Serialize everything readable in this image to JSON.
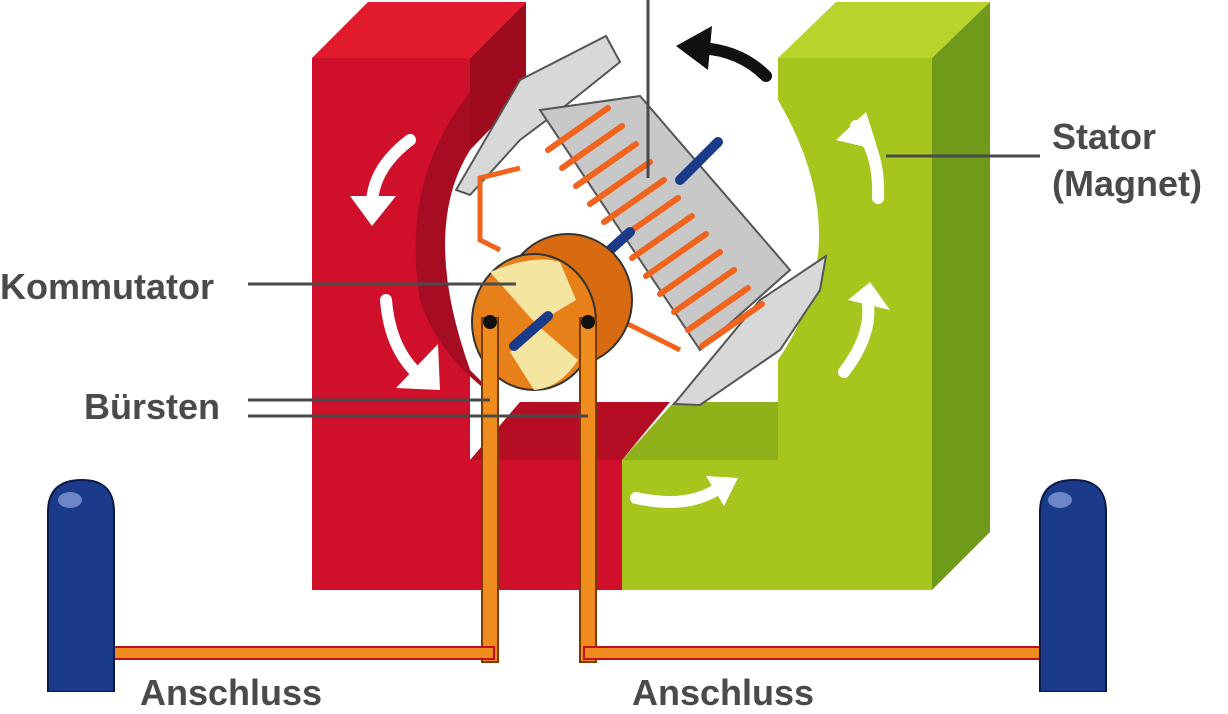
{
  "labels": {
    "stator_line1": "Stator",
    "stator_line2": "(Magnet)",
    "kommutator": "Kommutator",
    "buersten": "Bürsten",
    "anschluss_left": "Anschluss",
    "anschluss_right": "Anschluss"
  },
  "colors": {
    "red_magnet": "#d0102a",
    "red_dark": "#a30a20",
    "green_magnet": "#a6c61e",
    "green_dark": "#6f9a1a",
    "coil": "#f0641e",
    "commutator": "#e8801a",
    "brush": "#f08c1e",
    "terminal": "#1c3a8a",
    "text": "#4a4a4a"
  }
}
